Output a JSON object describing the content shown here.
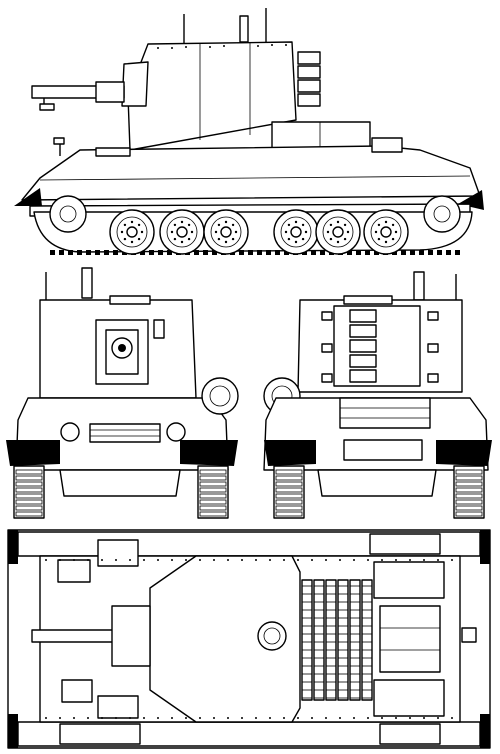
{
  "drawing": {
    "views": [
      "side",
      "front",
      "rear",
      "top"
    ],
    "colors": {
      "line": "#000000",
      "paper": "#ffffff",
      "shade": "#e8e8e8"
    },
    "side_view": {
      "road_wheels": 6
    },
    "top_view": {
      "engine_deck_louvres": 6
    }
  }
}
